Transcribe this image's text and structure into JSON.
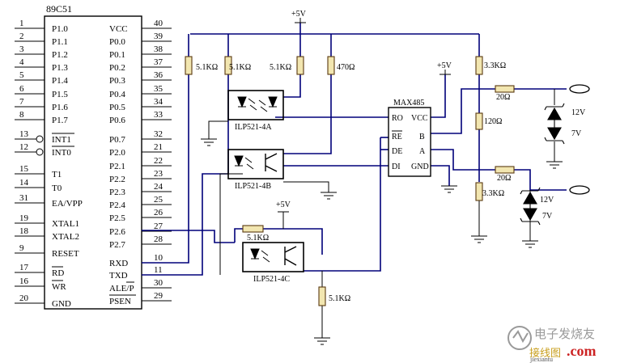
{
  "mcu": {
    "name": "89C51",
    "left_pins": [
      {
        "num": "1",
        "name": "P1.0"
      },
      {
        "num": "2",
        "name": "P1.1"
      },
      {
        "num": "3",
        "name": "P1.2"
      },
      {
        "num": "4",
        "name": "P1.3"
      },
      {
        "num": "5",
        "name": "P1.4"
      },
      {
        "num": "6",
        "name": "P1.5"
      },
      {
        "num": "7",
        "name": "P1.6"
      },
      {
        "num": "8",
        "name": "P1.7"
      },
      {
        "num": "13",
        "name": "INT1"
      },
      {
        "num": "12",
        "name": "INT0"
      },
      {
        "num": "15",
        "name": "T1"
      },
      {
        "num": "14",
        "name": "T0"
      },
      {
        "num": "31",
        "name": "EA/VPP"
      },
      {
        "num": "19",
        "name": "XTAL1"
      },
      {
        "num": "18",
        "name": "XTAL2"
      },
      {
        "num": "9",
        "name": "RESET"
      },
      {
        "num": "17",
        "name": "RD"
      },
      {
        "num": "16",
        "name": "WR"
      },
      {
        "num": "20",
        "name": "GND"
      }
    ],
    "right_pins": [
      {
        "num": "40",
        "name": "VCC"
      },
      {
        "num": "39",
        "name": "P0.0"
      },
      {
        "num": "38",
        "name": "P0.1"
      },
      {
        "num": "37",
        "name": "P0.2"
      },
      {
        "num": "36",
        "name": "P0.3"
      },
      {
        "num": "35",
        "name": "P0.4"
      },
      {
        "num": "34",
        "name": "P0.5"
      },
      {
        "num": "33",
        "name": "P0.6"
      },
      {
        "num": "32",
        "name": "P0.7"
      },
      {
        "num": "21",
        "name": "P2.0"
      },
      {
        "num": "22",
        "name": "P2.1"
      },
      {
        "num": "23",
        "name": "P2.2"
      },
      {
        "num": "24",
        "name": "P2.3"
      },
      {
        "num": "25",
        "name": "P2.4"
      },
      {
        "num": "26",
        "name": "P2.5"
      },
      {
        "num": "27",
        "name": "P2.6"
      },
      {
        "num": "28",
        "name": "P2.7"
      },
      {
        "num": "10",
        "name": "RXD"
      },
      {
        "num": "11",
        "name": "TXD"
      },
      {
        "num": "30",
        "name": "ALE/P"
      },
      {
        "num": "29",
        "name": "PSEN"
      }
    ]
  },
  "resistors": {
    "r1": "5.1KΩ",
    "r2": "5.1KΩ",
    "r3": "5.1KΩ",
    "r4": "470Ω",
    "r5": "3.3KΩ",
    "r6": "20Ω",
    "r7": "120Ω",
    "r8": "20Ω",
    "r9": "3.3KΩ",
    "r10": "5.1KΩ",
    "r11": "5.1KΩ"
  },
  "optocouplers": {
    "u1": "ILP521-4A",
    "u2": "ILP521-4B",
    "u3": "ILP521-4C"
  },
  "transceiver": {
    "name": "MAX485",
    "pins": {
      "ro": "RO",
      "re": "RE",
      "de": "DE",
      "di": "DI",
      "vcc": "VCC",
      "b": "B",
      "a": "A",
      "gnd": "GND"
    }
  },
  "supply": {
    "p1": "+5V",
    "p2": "+5V",
    "p3": "+5V"
  },
  "zeners": {
    "z1": "12V",
    "z2": "7V",
    "z3": "12V",
    "z4": "7V"
  },
  "watermark": {
    "line1": "电子发烧友",
    "line2": "接线图",
    "line3": ".com",
    "line4": "jiexiantu"
  }
}
